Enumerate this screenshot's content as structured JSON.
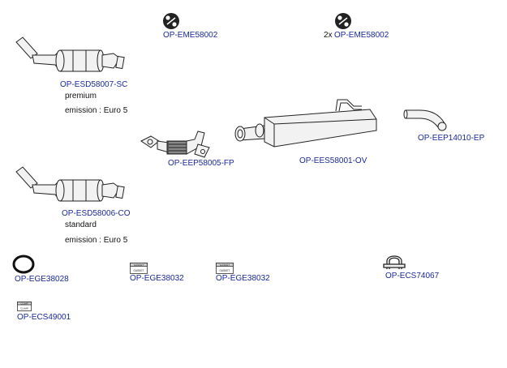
{
  "colors": {
    "code_text": "#1a2a9c",
    "line": "#222222",
    "fill": "#f2f2f2"
  },
  "parts": {
    "mount_1": {
      "code": "OP-EME58002",
      "qty": "",
      "icon": "rubber-mount-icon"
    },
    "mount_2": {
      "code": "OP-EME58002",
      "qty": "2x",
      "icon": "rubber-mount-icon"
    },
    "dpf_premium": {
      "code": "OP-ESD58007-SC",
      "line1": "premium",
      "line2": "emission : Euro 5",
      "icon": "particulate-filter-icon"
    },
    "dpf_standard": {
      "code": "OP-ESD58006-CO",
      "line1": "standard",
      "line2": "emission : Euro 5",
      "icon": "particulate-filter-icon"
    },
    "flex_pipe": {
      "code": "OP-EEP58005-FP",
      "icon": "flex-pipe-icon"
    },
    "rear_silencer": {
      "code": "OP-EES58001-OV",
      "icon": "rear-silencer-icon"
    },
    "tail_pipe": {
      "code": "OP-EEP14010-EP",
      "icon": "tail-pipe-icon"
    },
    "gasket_ring": {
      "code": "OP-EGE38028",
      "icon": "ring-gasket-icon"
    },
    "gasket_1": {
      "code": "OP-EGE38032",
      "badge_top": "GASKET",
      "badge_label": "GASKET",
      "icon": "gasket-pack-icon"
    },
    "gasket_2": {
      "code": "OP-EGE38032",
      "badge_top": "GASKET",
      "badge_label": "GASKET",
      "icon": "gasket-pack-icon"
    },
    "clamp_u": {
      "code": "OP-ECS74067",
      "icon": "u-clamp-icon"
    },
    "clamp_pack": {
      "code": "OP-ECS49001",
      "badge_top": "CLAMP",
      "badge_label": "CLAMP",
      "icon": "clamp-pack-icon"
    }
  }
}
